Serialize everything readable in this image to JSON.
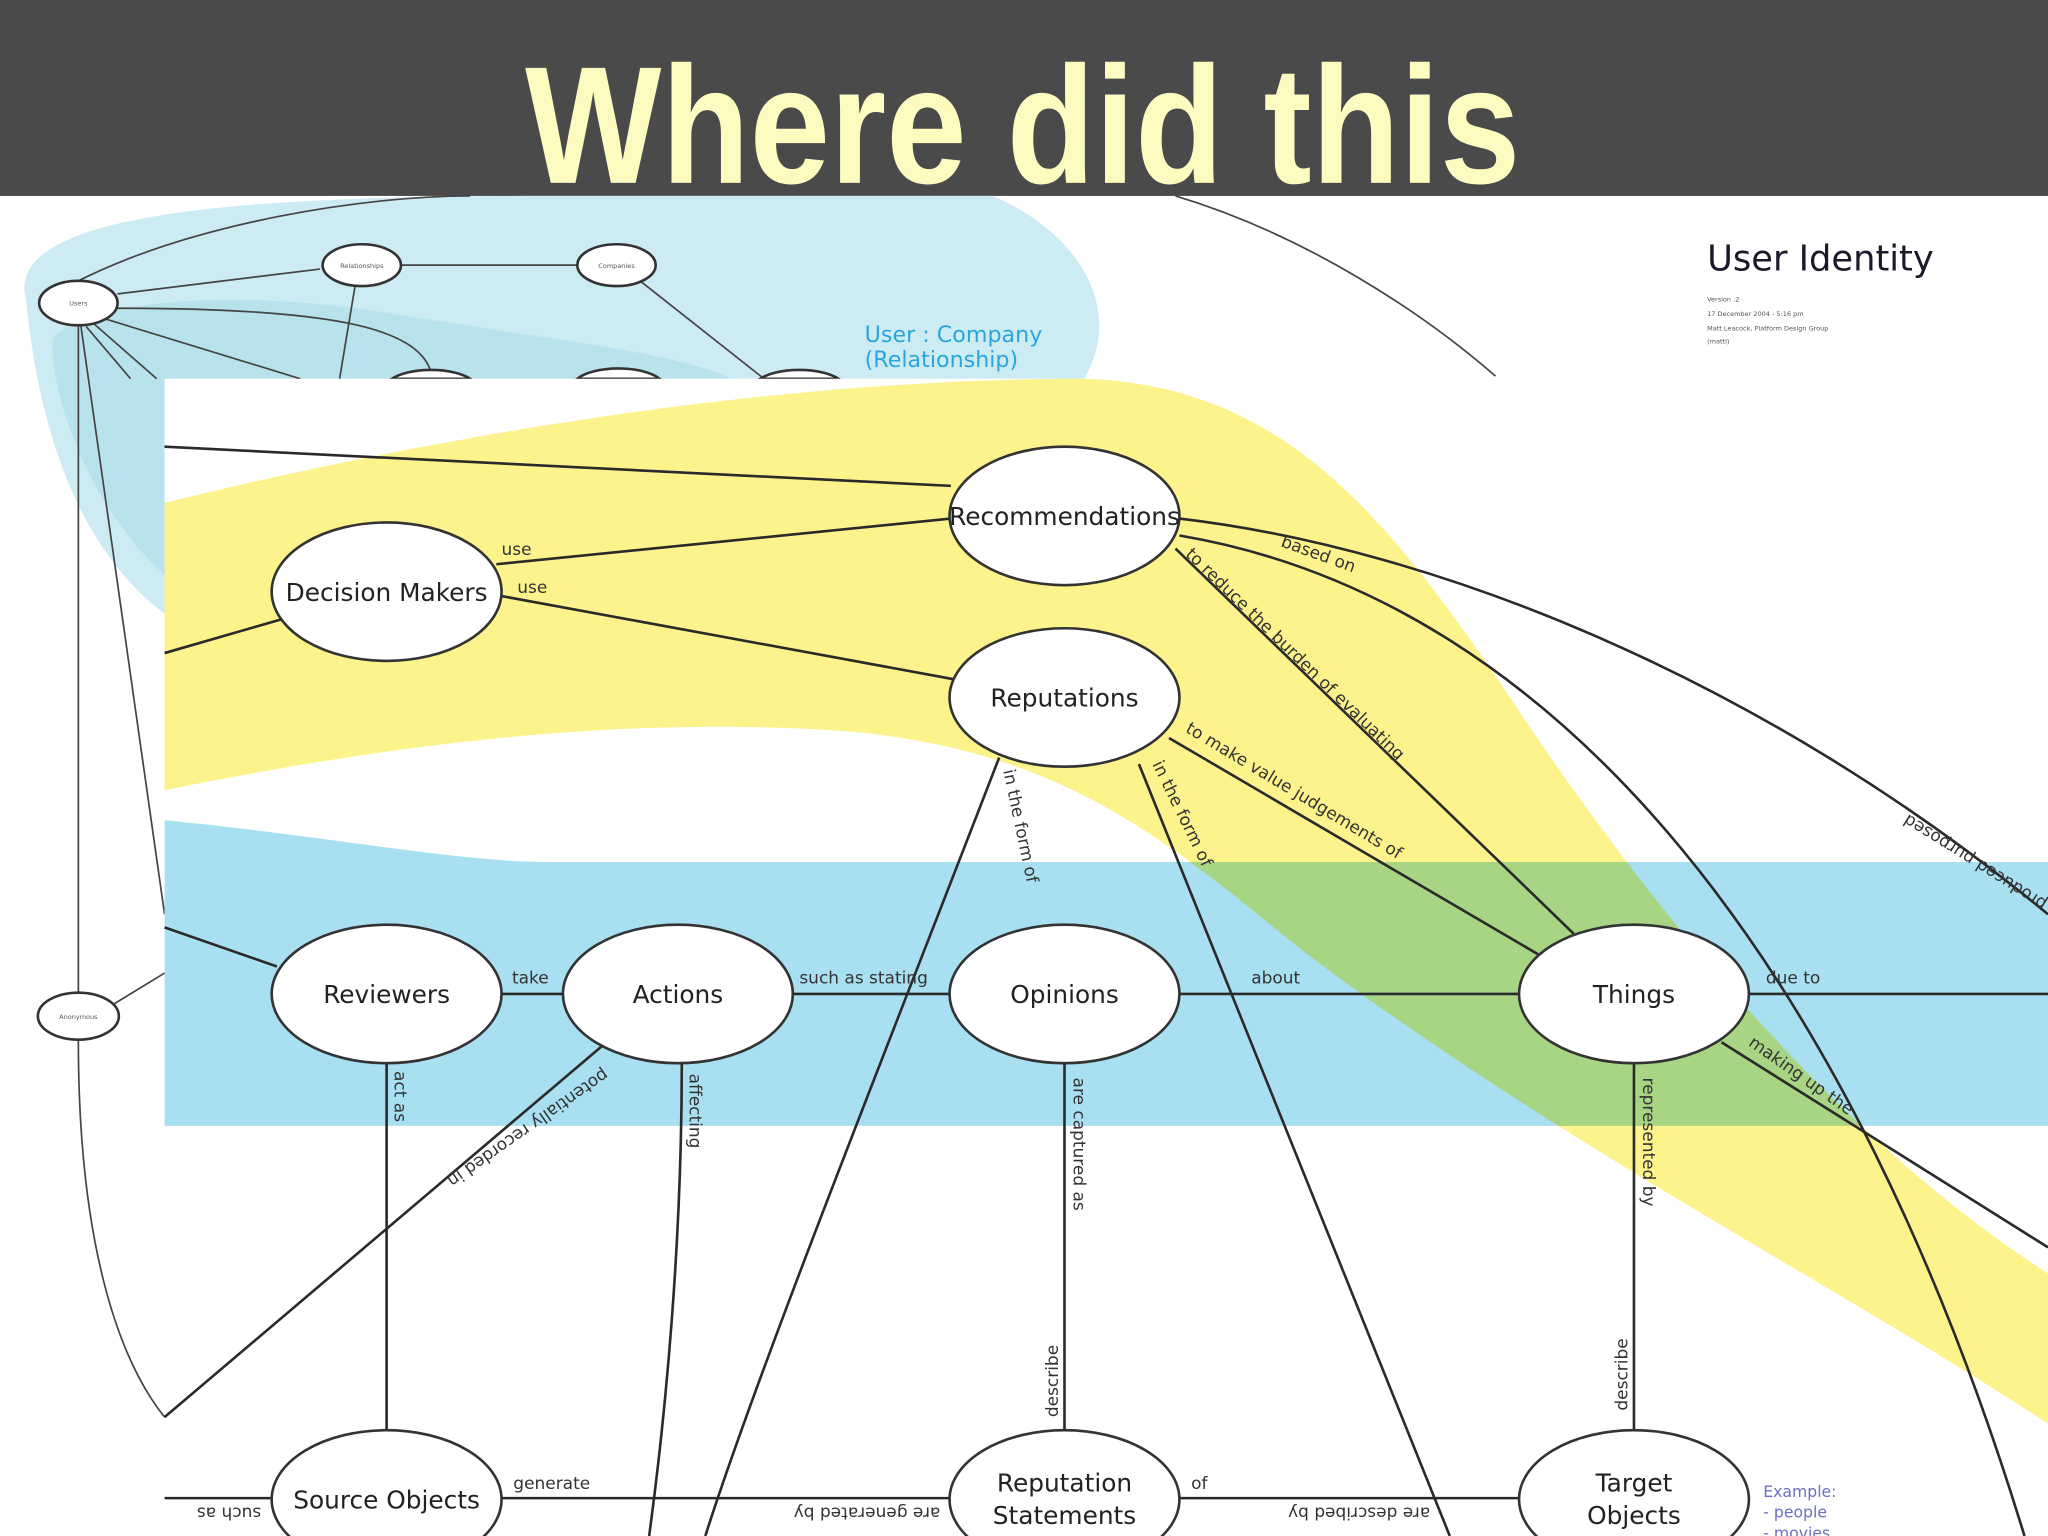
{
  "slide": {
    "title": "Where did this",
    "header_bg": "#4a4a4a",
    "title_color": "#fdfbc0"
  },
  "background_diagram": {
    "title": "User Identity",
    "meta": [
      "Version .2",
      "17 December 2004 - 5:16 pm",
      "Matt Leacock, Platform Design Group",
      "(mattl)"
    ],
    "region_label_1": "User : Company",
    "region_label_2": "(Relationship)",
    "nodes": [
      "Users",
      "Relationships",
      "Companies",
      "Anonymous"
    ]
  },
  "diagram": {
    "colors": {
      "yellow_band": "#fdf38c",
      "blue_band": "#a9e0f1"
    },
    "nodes": {
      "decision_makers": "Decision Makers",
      "recommendations": "Recommendations",
      "reputations": "Reputations",
      "reviewers": "Reviewers",
      "actions": "Actions",
      "opinions": "Opinions",
      "things": "Things",
      "source_objects": "Source Objects",
      "reputation_statements_1": "Reputation",
      "reputation_statements_2": "Statements",
      "target_objects_1": "Target",
      "target_objects_2": "Objects"
    },
    "edge_labels": [
      "use",
      "use",
      "based on",
      "to reduce the burden of evaluating",
      "to make value judgements of",
      "in the form of",
      "in the form of",
      "produced purposed",
      "take",
      "such as stating",
      "about",
      "due to",
      "making up the",
      "act as",
      "potentially recorded in",
      "affecting",
      "are captured as",
      "represented by",
      "describe",
      "describe",
      "generate",
      "such as",
      "are generated by",
      "of",
      "are described by"
    ],
    "example_note": [
      "Example:",
      "- people",
      "- movies"
    ]
  }
}
